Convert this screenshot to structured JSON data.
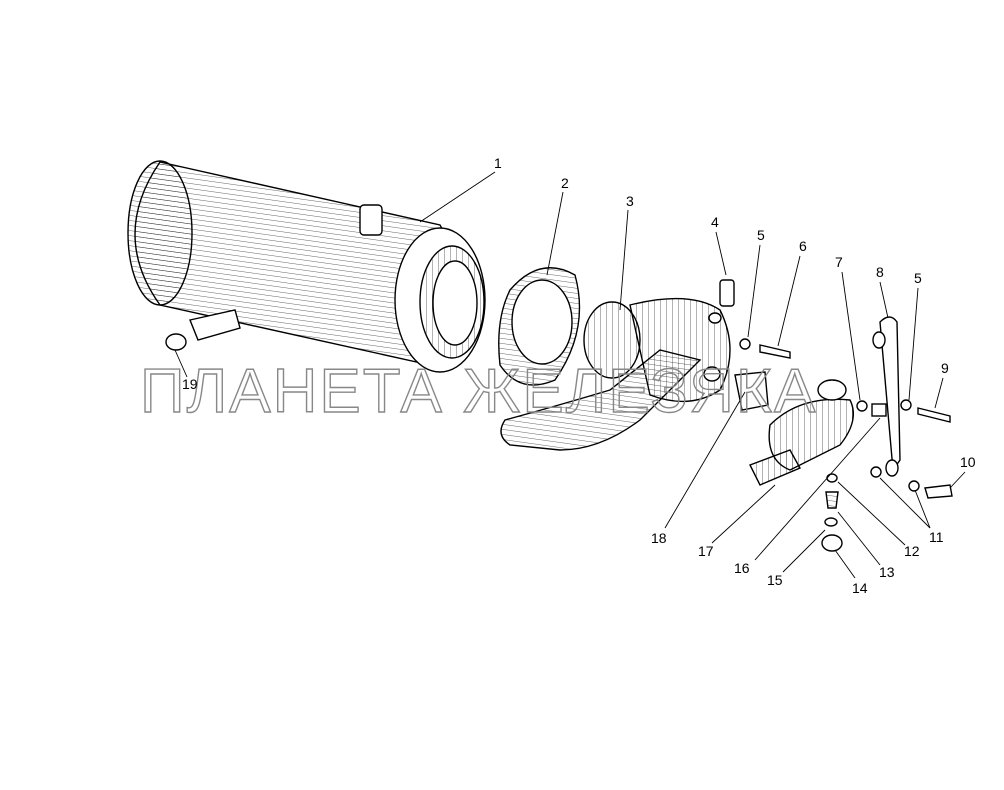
{
  "watermark": "ПЛАНЕТА ЖЕЛЕЗЯКА",
  "callouts": [
    "1",
    "2",
    "3",
    "4",
    "5",
    "6",
    "7",
    "8",
    "5",
    "9",
    "10",
    "11",
    "12",
    "13",
    "14",
    "15",
    "16",
    "17",
    "18",
    "19"
  ]
}
